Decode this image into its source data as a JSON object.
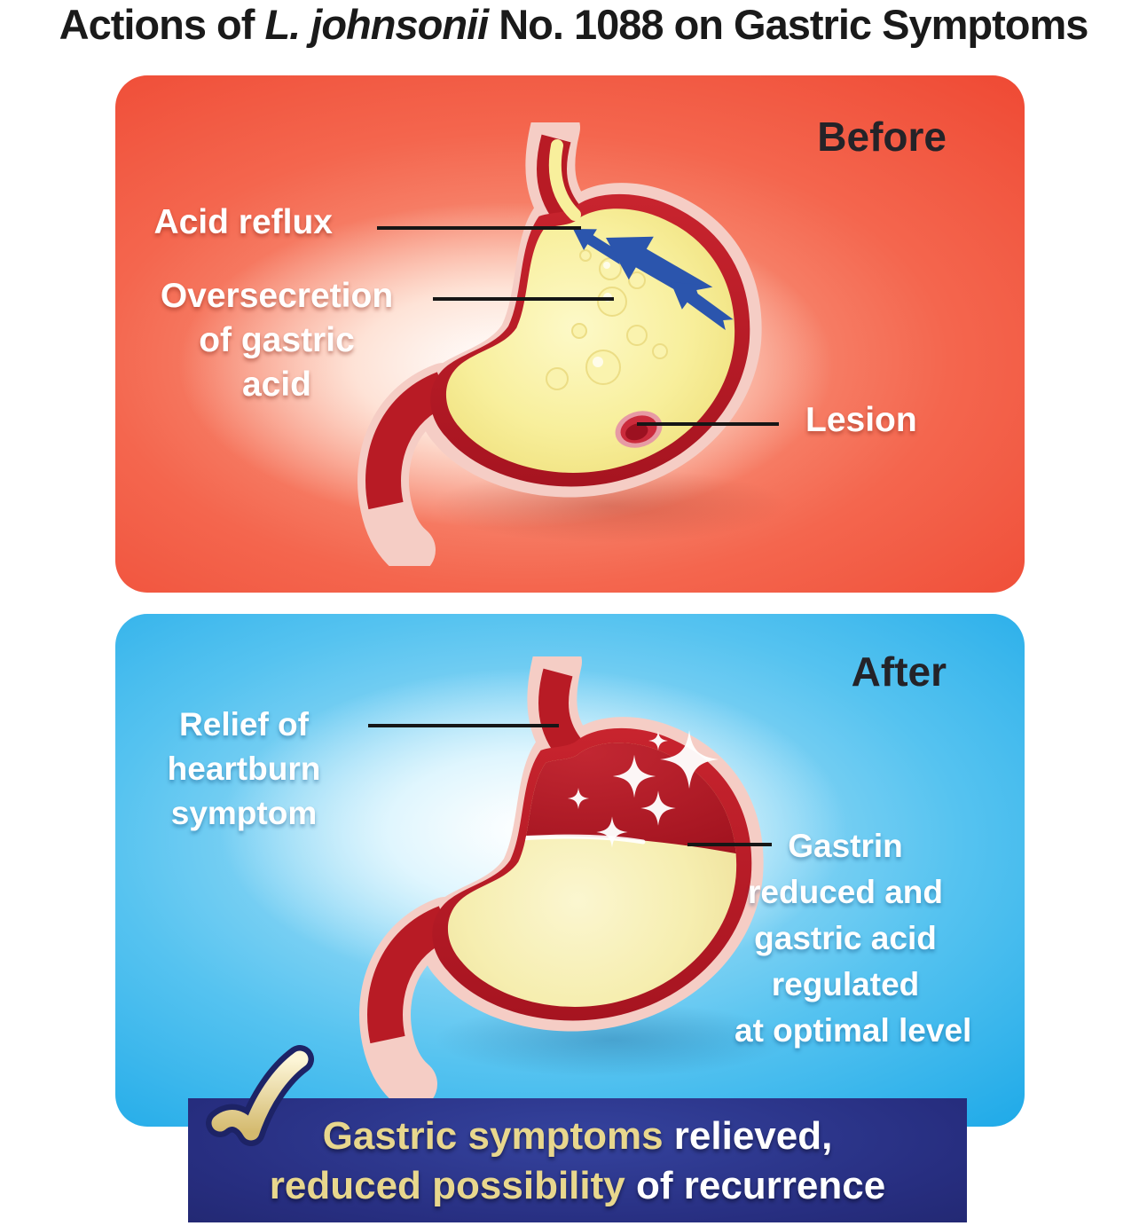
{
  "title": {
    "part1": "Actions of ",
    "part2_italic": "L. johnsonii",
    "part3": " No. 1088 on Gastric Symptoms"
  },
  "before_panel": {
    "label": "Before",
    "background_color": "#ee4530",
    "label_color": "#242328",
    "annotations": {
      "acid_reflux": "Acid reflux",
      "oversecretion": [
        "Oversecretion",
        "of gastric",
        "acid"
      ],
      "lesion": "Lesion"
    }
  },
  "after_panel": {
    "label": "After",
    "background_color": "#17a6e7",
    "label_color": "#242328",
    "annotations": {
      "relief": [
        "Relief of",
        "heartburn",
        "symptom"
      ],
      "gastrin": [
        "Gastrin",
        "reduced and",
        "gastric acid",
        "regulated",
        "at optimal level"
      ]
    }
  },
  "banner": {
    "background_color": "#252c7a",
    "gold_color": "#e8d78d",
    "line1": [
      {
        "text": "Gastric symptoms ",
        "style": "gold"
      },
      {
        "text": "relieved,",
        "style": "white"
      }
    ],
    "line2": [
      {
        "text": "reduced possibility ",
        "style": "gold"
      },
      {
        "text": "of recurrence",
        "style": "white"
      }
    ]
  },
  "icons": {
    "checkmark": "gold check with navy outline",
    "reflux_arrow": "blue up-left arrow",
    "sparkle": "white four-point star",
    "lesion": "red concentric ellipse"
  },
  "illustration_colors": {
    "stomach_outer_pink": "#f5cdc5",
    "stomach_wall_red": "#bb1c26",
    "gastric_acid_yellow": "#f8ef9c",
    "after_acid_cream": "#f6eeb0",
    "upper_red_after": "#b21f2a",
    "reflux_arrow_blue": "#2b55ad",
    "lesion_red": "#cb2b3c",
    "callout_line_color": "#161616"
  }
}
